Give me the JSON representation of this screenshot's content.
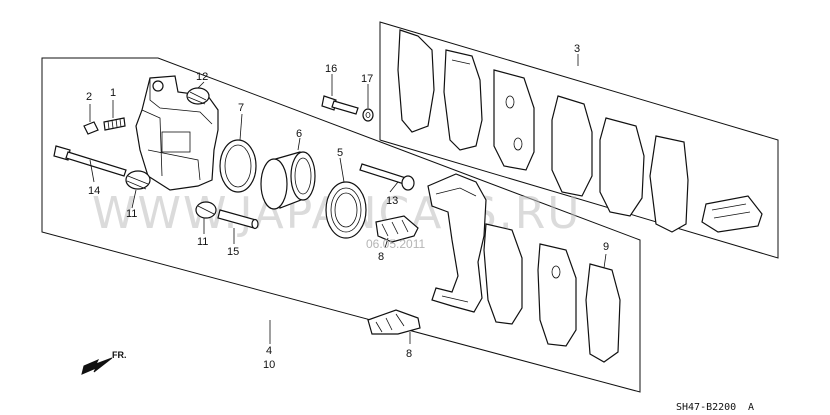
{
  "diagram": {
    "callouts": {
      "c1": "1",
      "c2": "2",
      "c3": "3",
      "c4": "4",
      "c5": "5",
      "c6": "6",
      "c7": "7",
      "c8a": "8",
      "c8b": "8",
      "c9": "9",
      "c10": "10",
      "c11a": "11",
      "c11b": "11",
      "c12": "12",
      "c13": "13",
      "c14": "14",
      "c15": "15",
      "c16": "16",
      "c17": "17"
    },
    "watermark": "WWW.JAPANCATS.RU",
    "date_stamp": "06.05.2011",
    "direction_label": "FR.",
    "diagram_code": "SH47-B2200",
    "diagram_code_suffix": "A"
  }
}
